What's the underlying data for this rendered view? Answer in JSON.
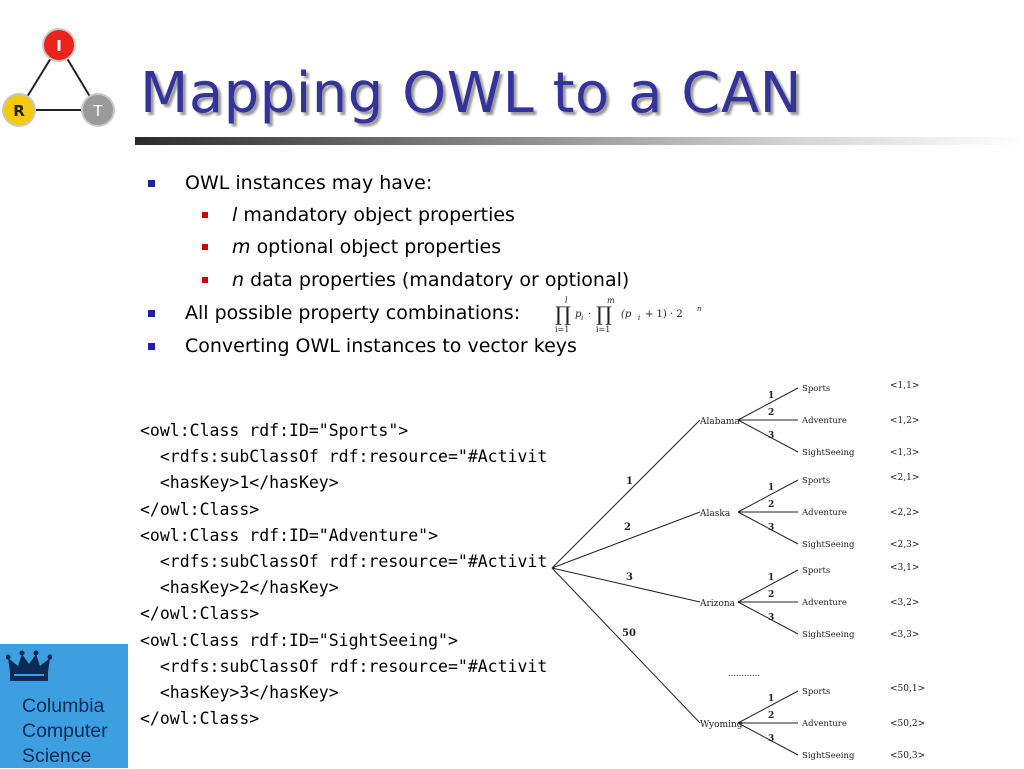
{
  "logo": {
    "top": "I",
    "left": "R",
    "right": "T"
  },
  "title": "Mapping OWL to a CAN",
  "bullets": [
    {
      "text": "OWL instances may have:"
    },
    {
      "var": "l",
      "text": "mandatory object properties"
    },
    {
      "var": "m",
      "text": "optional object properties"
    },
    {
      "var": "n",
      "text": "data properties (mandatory or optional)"
    },
    {
      "text": "All possible property combinations:"
    },
    {
      "text": "Converting OWL instances to vector keys"
    }
  ],
  "formula": {
    "prod1_sup": "l",
    "prod1_sub": "i=1",
    "term1": "p",
    "prod2_sup": "m",
    "prod2_sub": "i=1",
    "term2": "(p",
    "term2_end": "+ 1) · 2",
    "sub_i": "i",
    "exp_n": "n",
    "dot": "·"
  },
  "code_lines": [
    "<owl:Class rdf:ID=\"Sports\">",
    "  <rdfs:subClassOf rdf:resource=\"#Activity\"/>",
    "  <hasKey>1</hasKey>",
    "</owl:Class>",
    "<owl:Class rdf:ID=\"Adventure\">",
    "  <rdfs:subClassOf rdf:resource=\"#Activity\"/>",
    "  <hasKey>2</hasKey>",
    "</owl:Class>",
    "<owl:Class rdf:ID=\"SightSeeing\">",
    "  <rdfs:subClassOf rdf:resource=\"#Activity\"/>",
    "  <hasKey>3</hasKey>",
    "</owl:Class>"
  ],
  "tree": {
    "states": [
      {
        "name": "Alabama",
        "edge": "1",
        "leaves": [
          {
            "n": "1",
            "name": "Sports",
            "key": "<1,1>"
          },
          {
            "n": "2",
            "name": "Adventure",
            "key": "<1,2>"
          },
          {
            "n": "3",
            "name": "SightSeeing",
            "key": "<1,3>"
          }
        ]
      },
      {
        "name": "Alaska",
        "edge": "2",
        "leaves": [
          {
            "n": "1",
            "name": "Sports",
            "key": "<2,1>"
          },
          {
            "n": "2",
            "name": "Adventure",
            "key": "<2,2>"
          },
          {
            "n": "3",
            "name": "SightSeeing",
            "key": "<2,3>"
          }
        ]
      },
      {
        "name": "Arizona",
        "edge": "3",
        "leaves": [
          {
            "n": "1",
            "name": "Sports",
            "key": "<3,1>"
          },
          {
            "n": "2",
            "name": "Adventure",
            "key": "<3,2>"
          },
          {
            "n": "3",
            "name": "SightSeeing",
            "key": "<3,3>"
          }
        ]
      },
      {
        "name": "Wyoming",
        "edge": "50",
        "leaves": [
          {
            "n": "1",
            "name": "Sports",
            "key": "<50,1>"
          },
          {
            "n": "2",
            "name": "Adventure",
            "key": "<50,2>"
          },
          {
            "n": "3",
            "name": "SightSeeing",
            "key": "<50,3>"
          }
        ]
      }
    ],
    "ellipsis": "…………"
  },
  "columbia": {
    "line1": "Columbia",
    "line2": "Computer",
    "line3": "Science"
  },
  "colors": {
    "title": "#333399",
    "bullet_l1": "#1f1fa8",
    "bullet_l2": "#cc0000",
    "badge_bg": "#3d9fe0",
    "badge_text": "#0c2a55"
  }
}
